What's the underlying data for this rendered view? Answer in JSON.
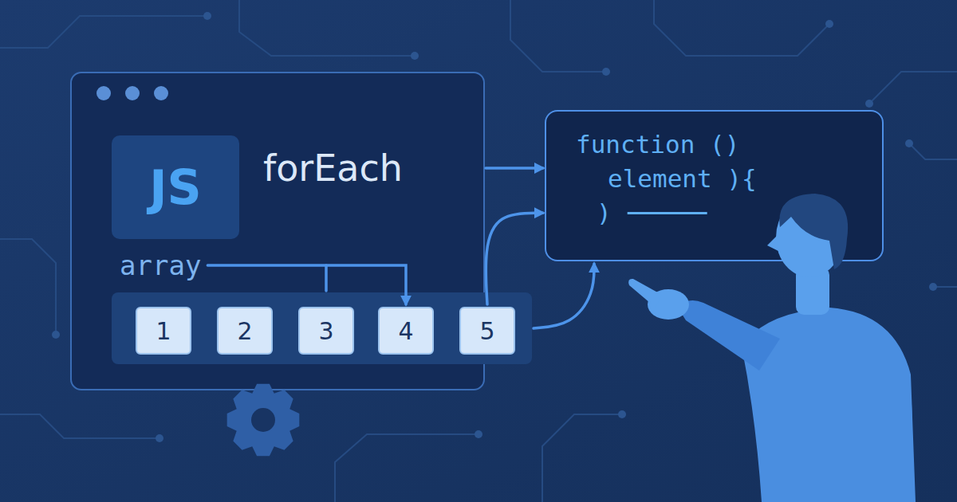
{
  "diagram": {
    "nodes": [
      {
        "text": [
          "forEach"
        ]
      },
      {
        "text": [
          "JS"
        ],
        "in": 0
      },
      {
        "text": [
          "array"
        ],
        "in": 0
      },
      {
        "text": [
          "1"
        ],
        "in": 2
      },
      {
        "text": [
          "2"
        ],
        "in": 2
      },
      {
        "text": [
          "3"
        ],
        "in": 2
      },
      {
        "text": [
          "4"
        ],
        "in": 2
      },
      {
        "text": [
          "5"
        ],
        "in": 2
      },
      {
        "text": [
          "function ()",
          "element ){",
          ")"
        ]
      }
    ],
    "edges": [
      {
        "from": 0,
        "to": 8,
        "arrow": "to"
      },
      {
        "from": 2,
        "to": 6,
        "arrow": "to"
      },
      {
        "from": 2,
        "to": 5,
        "arrow": "none"
      },
      {
        "from": 7,
        "to": 8,
        "arrow": "to"
      },
      {
        "from": 2,
        "to": 8,
        "arrow": "to"
      }
    ]
  }
}
